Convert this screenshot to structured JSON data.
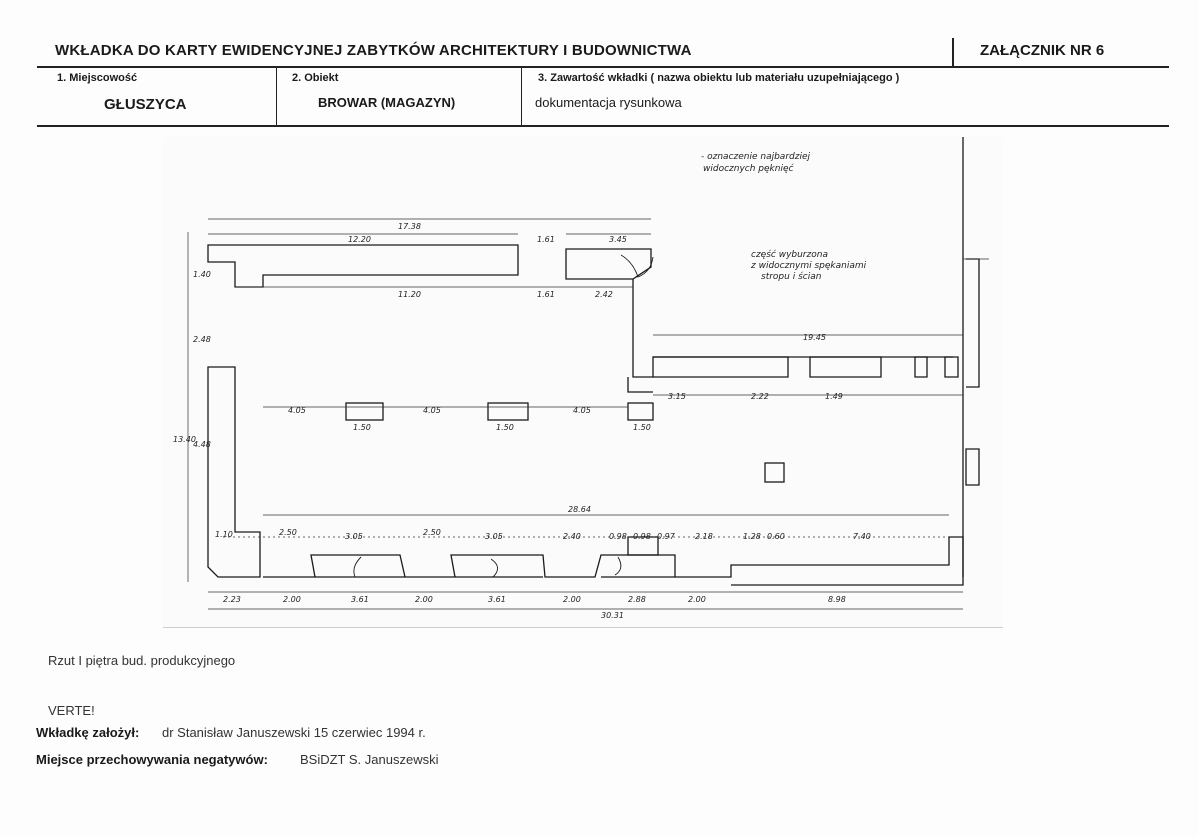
{
  "header": {
    "title": "WKŁADKA DO KARTY EWIDENCYJNEJ ZABYTKÓW ARCHITEKTURY I BUDOWNICTWA",
    "annex": "ZAŁĄCZNIK NR 6"
  },
  "fields": {
    "locality_label": "1. Miejscowość",
    "locality_value": "GŁUSZYCA",
    "object_label": "2. Obiekt",
    "object_value": "BROWAR (MAGAZYN)",
    "content_label": "3. Zawartość wkładki ( nazwa obiektu lub materiału uzupełniającego )",
    "content_value": "dokumentacja rysunkowa"
  },
  "drawing": {
    "note_cracks": [
      "- oznaczenie najbardziej",
      "widocznych pęknięć"
    ],
    "note_ruined": [
      "część wyburzona",
      "z widocznymi spękaniami",
      "stropu i ścian"
    ],
    "dims": {
      "total_top": "17.38",
      "top_wall": "12.20",
      "top_a": "1.61",
      "top_b": "3.45",
      "inner_top": "11.20",
      "inner_b": "1.61",
      "inner_c": "2.42",
      "right_len": "19.45",
      "left_h": "13.40",
      "left_a": "4.48",
      "left_b": "2.48",
      "left_c": "1.40",
      "span_a": "4.05",
      "span_b": "4.05",
      "span_c": "4.05",
      "col_a": "1.50",
      "col_b": "1.50",
      "col_c": "1.50",
      "inner_len": "28.64",
      "rd1": "3.15",
      "rd2": "2.22",
      "rd3": "1.49",
      "b1": "2.23",
      "b2": "2.00",
      "b3": "3.61",
      "b4": "2.00",
      "b5": "3.61",
      "b6": "2.00",
      "b7": "2.88",
      "b8": "2.00",
      "b9": "8.98",
      "total_bottom": "30.31",
      "w1": "1.10",
      "w2": "2.50",
      "w3": "3.05",
      "w4": "2.50",
      "w5": "3.05",
      "w6": "2.40",
      "w7": "0.98",
      "w8": "0.98",
      "w9": "0.97",
      "w10": "2.18",
      "w11": "1.28",
      "w12": "0.60",
      "w13": "7.40"
    }
  },
  "caption": "Rzut I piętra bud. produkcyjnego",
  "footer": {
    "verte": "VERTE!",
    "author_label": "Wkładkę założył:",
    "author_value": "dr Stanisław Januszewski 15 czerwiec 1994 r.",
    "negatives_label": "Miejsce przechowywania negatywów:",
    "negatives_value": "BSiDZT S. Januszewski"
  }
}
